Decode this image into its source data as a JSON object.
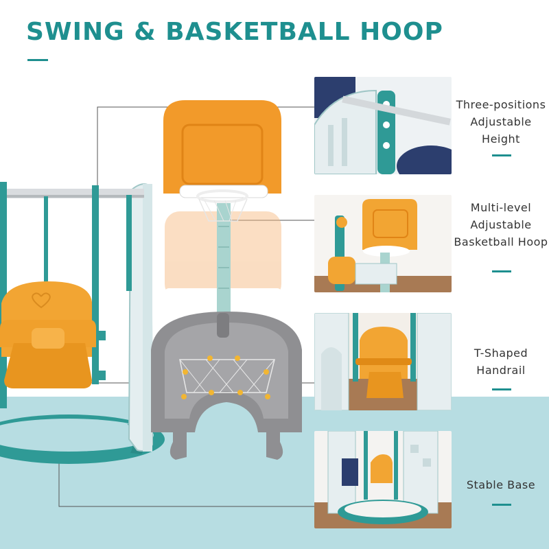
{
  "title": "SWING & BASKETBALL HOOP",
  "accent_color": "#1e8f8f",
  "features": [
    {
      "label": "Three-positions Adjustable Height"
    },
    {
      "label": "Multi-level Adjustable Basketball Hoop"
    },
    {
      "label": "T-Shaped Handrail"
    },
    {
      "label": "Stable Base"
    }
  ]
}
